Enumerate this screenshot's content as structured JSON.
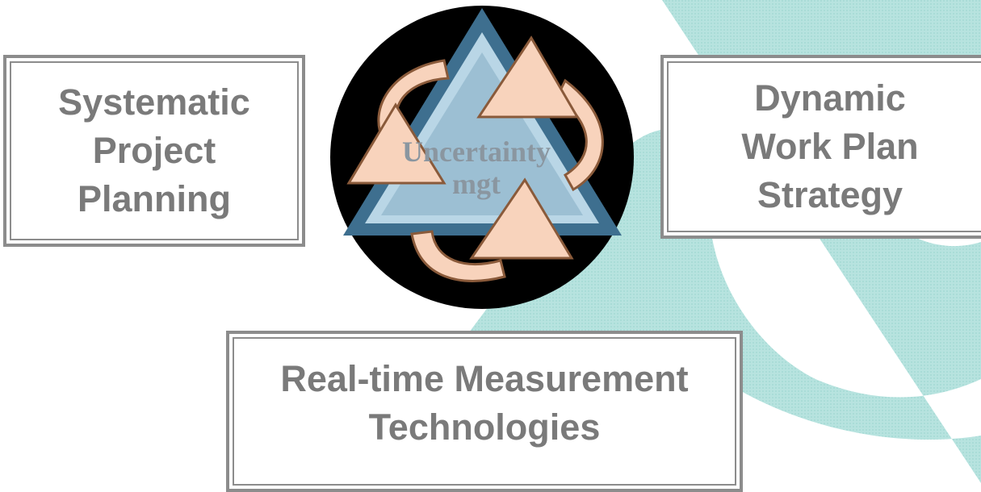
{
  "boxes": {
    "left": "Systematic\nProject\nPlanning",
    "right": "Dynamic\nWork Plan\nStrategy",
    "bottom": "Real-time Measurement\nTechnologies"
  },
  "hub": {
    "label": "Uncertainty\nmgt"
  },
  "colors": {
    "background_shape": "#b7e3df",
    "box_border": "#8c8c8c",
    "box_text": "#7a7a7a",
    "circle": "#000000",
    "triangle": "#9cbfd3",
    "triangle_edge": "#3e6f8f",
    "arrow": "#f8d3bc",
    "arrow_edge": "#8a5a3a"
  }
}
